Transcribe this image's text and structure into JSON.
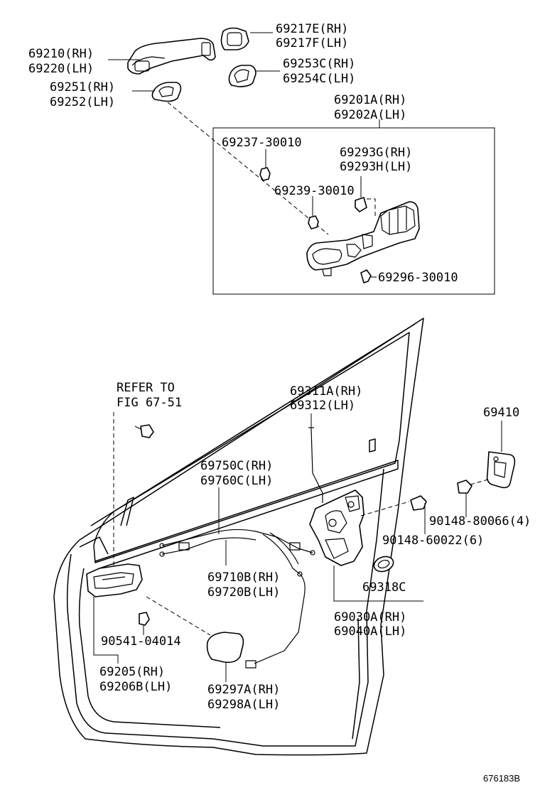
{
  "labels": {
    "p69217": [
      "69217E(RH)",
      "69217F(LH)"
    ],
    "p69210": [
      "69210(RH)",
      "69220(LH)"
    ],
    "p69253": [
      "69253C(RH)",
      "69254C(LH)"
    ],
    "p69251": [
      "69251(RH)",
      "69252(LH)"
    ],
    "p69201": [
      "69201A(RH)",
      "69202A(LH)"
    ],
    "p69237": "69237-30010",
    "p69293": [
      "69293G(RH)",
      "69293H(LH)"
    ],
    "p69239": "69239-30010",
    "p69296": "69296-30010",
    "refer": [
      "REFER TO",
      "FIG 67-51"
    ],
    "p69311": [
      "69311A(RH)",
      "69312(LH)"
    ],
    "p69410": "69410",
    "p69750": [
      "69750C(RH)",
      "69760C(LH)"
    ],
    "p90148a": "90148-80066(4)",
    "p90148b": "90148-60022(6)",
    "p69710": [
      "69710B(RH)",
      "69720B(LH)"
    ],
    "p69318": "69318C",
    "p90541": "90541-04014",
    "p69030": [
      "69030A(RH)",
      "69040A(LH)"
    ],
    "p69205": [
      "69205(RH)",
      "69206B(LH)"
    ],
    "p69297": [
      "69297A(RH)",
      "69298A(LH)"
    ],
    "figure_id": "676183B"
  }
}
